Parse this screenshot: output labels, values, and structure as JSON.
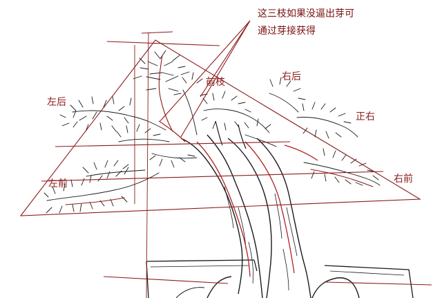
{
  "annotation": {
    "line1": "这三枝如果没逼出芽可",
    "line2": "通过芽接获得"
  },
  "labels": {
    "left_back": "左后",
    "front_branch": "前枝",
    "right_back": "右后",
    "right": "正右",
    "left_front": "左前",
    "right_front": "右前"
  },
  "colors": {
    "guide_line": "#8b1a1a",
    "ink": "#1a1a1a",
    "trunk_highlight": "#b02020"
  }
}
